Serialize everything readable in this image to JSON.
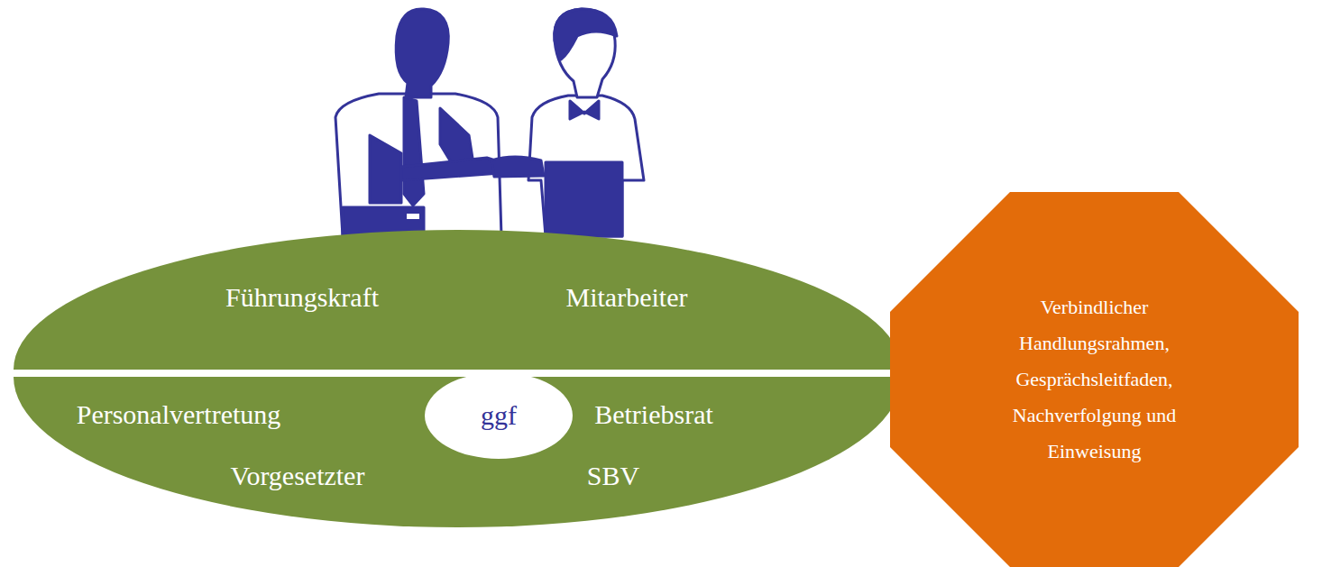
{
  "diagram": {
    "nodes": [
      {
        "text": [
          "Führungskraft",
          "Mitarbeiter"
        ]
      },
      {
        "text": [
          "Personalvertretung",
          "Betriebsrat",
          "Vorgesetzter",
          "SBV"
        ]
      },
      {
        "text": [
          "ggf"
        ],
        "in": 1
      },
      {
        "text": [
          "Verbindlicher Handlungsrahmen, Gesprächsleitfaden, Nachverfolgung und Einweisung"
        ]
      }
    ]
  }
}
